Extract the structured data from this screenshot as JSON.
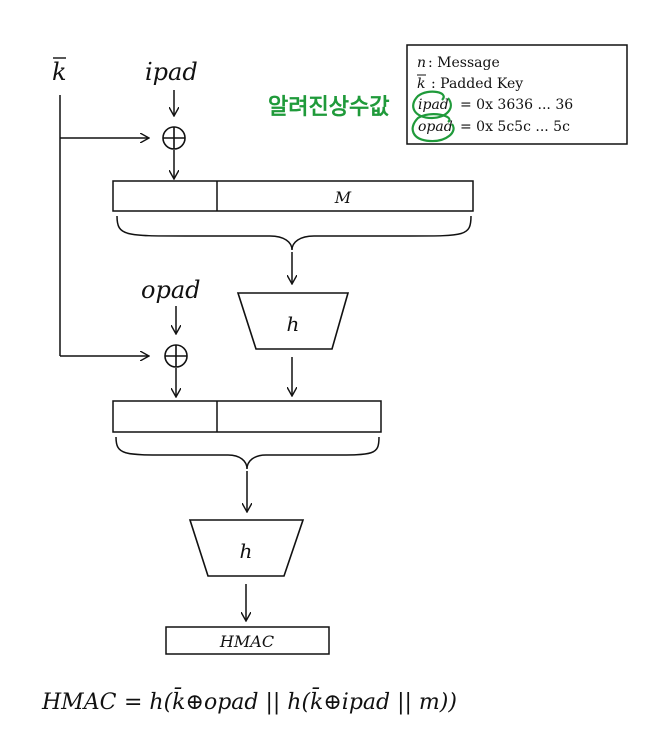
{
  "inputs": {
    "kbar": "k",
    "ipad": "ipad",
    "opad": "opad"
  },
  "blocks": {
    "message": "M",
    "hash1": "h",
    "hash2": "h",
    "output": "HMAC"
  },
  "legend": {
    "n_symbol": "n",
    "n_desc": ": Message",
    "k_symbol": "k",
    "k_desc": ": Padded Key",
    "ipad_symbol": "ipad",
    "ipad_value": "=  0x 3636 ...  36",
    "opad_symbol": "opad",
    "opad_value": "=  0x 5c5c  ...  5c"
  },
  "annotation": {
    "handwritten_note": "알려진상수값",
    "ink_color": "#1f9a3a"
  },
  "formula": {
    "lhs": "HMAC",
    "rhs": "= h(k̄⊕opad || h(k̄⊕ipad || m))"
  }
}
